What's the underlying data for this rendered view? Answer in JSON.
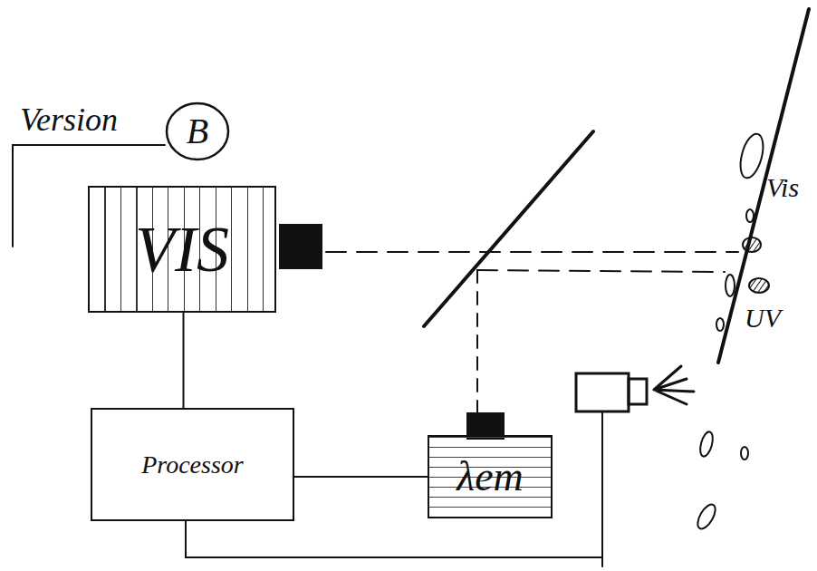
{
  "diagram": {
    "nodes": [
      {
        "text": [
          "B"
        ]
      },
      {
        "text": [
          "VIS"
        ]
      },
      {
        "text": [
          "Processor"
        ]
      },
      {
        "text": [
          "λem"
        ]
      }
    ],
    "edges": [
      {
        "from": 1,
        "to": 2,
        "arrow": "none"
      },
      {
        "from": 2,
        "to": 3,
        "arrow": "none"
      }
    ],
    "labels": [
      "Version",
      "Vis",
      "UV"
    ]
  }
}
